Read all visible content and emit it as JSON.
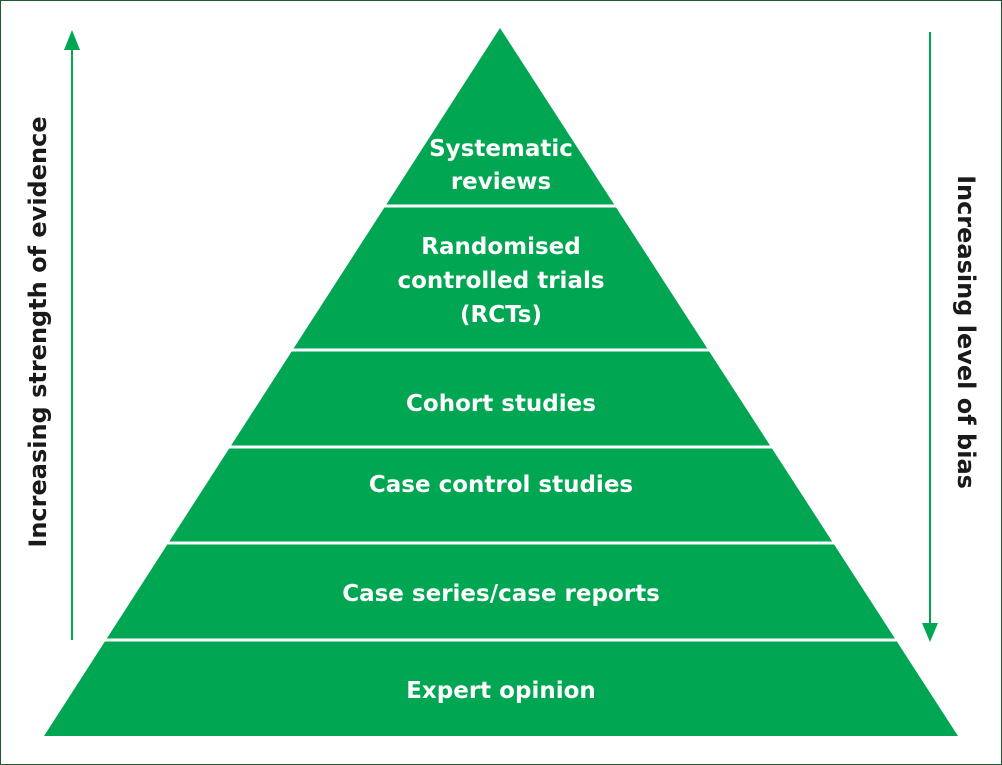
{
  "colors": {
    "pyramid_fill": "#00a651",
    "separator": "#ffffff",
    "tier_text": "#ffffff",
    "arrow": "#00a651",
    "side_text": "#1a1a1a",
    "frame": "#1e5a32"
  },
  "pyramid": {
    "tiers": [
      {
        "lines": [
          "Systematic",
          "reviews"
        ]
      },
      {
        "lines": [
          "Randomised",
          "controlled trials",
          "(RCTs)"
        ]
      },
      {
        "lines": [
          "Cohort studies"
        ]
      },
      {
        "lines": [
          "Case control studies"
        ]
      },
      {
        "lines": [
          "Case series/case reports"
        ]
      },
      {
        "lines": [
          "Expert opinion"
        ]
      }
    ]
  },
  "left_axis": {
    "label": "Increasing strength of evidence",
    "arrow_direction": "up"
  },
  "right_axis": {
    "label": "Increasing level of bias",
    "arrow_direction": "down"
  }
}
